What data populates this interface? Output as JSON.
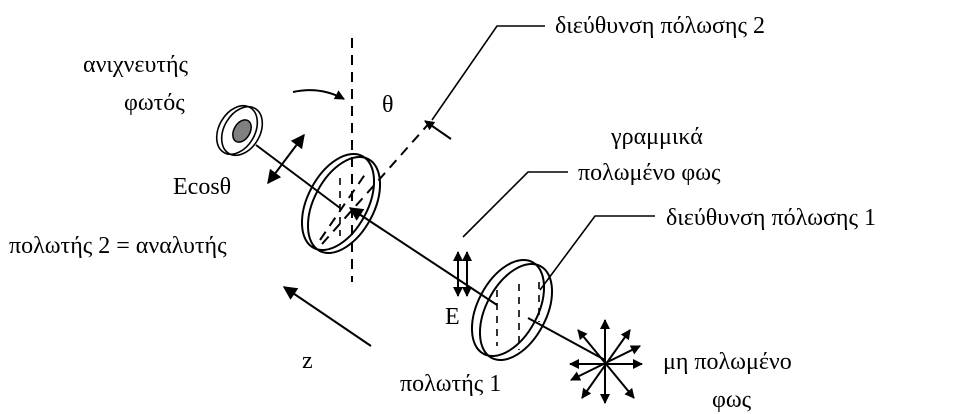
{
  "labels": {
    "detector_line1": "ανιχνευτής",
    "detector_line2": "φωτός",
    "theta": "θ",
    "pol_dir_2": "διεύθυνση πόλωσης 2",
    "lin_pol_line1": "γραμμικά",
    "lin_pol_line2": "πολωμένο φως",
    "e_cos_theta": "Ecosθ",
    "pol_dir_1": "διεύθυνση πόλωσης 1",
    "polarizer_2": "πολωτής 2 = αναλυτής",
    "e_field": "E",
    "z_axis": "z",
    "polarizer_1": "πολωτής 1",
    "unpol_line1": "μη πολωμένο",
    "unpol_line2": "φως"
  },
  "colors": {
    "ink": "#000000",
    "detector_core": "#808080",
    "background": "#ffffff"
  }
}
